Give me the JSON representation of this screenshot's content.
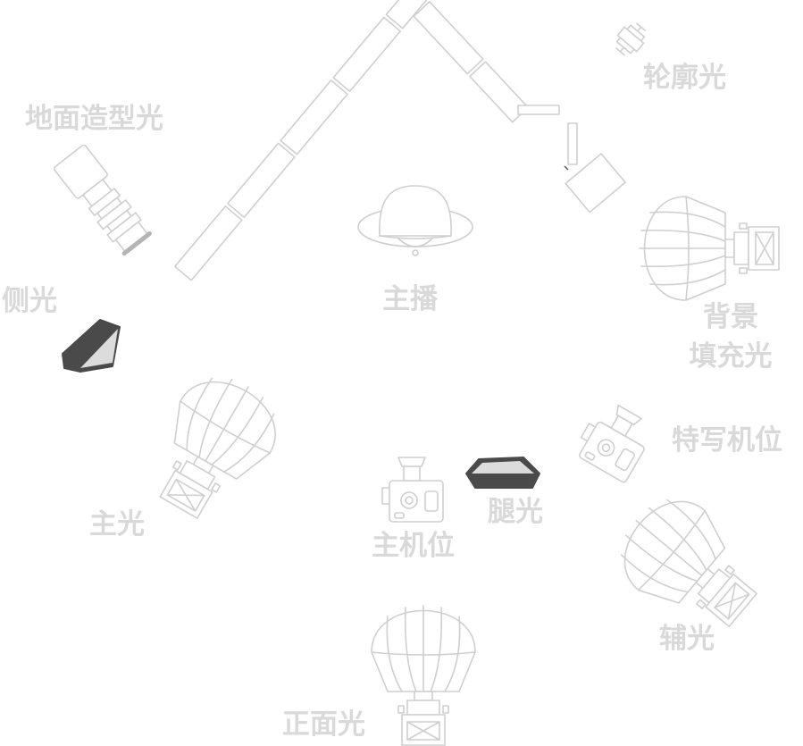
{
  "labels": {
    "ground_light": "地面造型光",
    "rim_light": "轮廓光",
    "side_light": "侧光",
    "host": "主播",
    "bg_fill_line1": "背景",
    "bg_fill_line2": "填充光",
    "closeup_cam": "特写机位",
    "key_light": "主光",
    "main_cam": "主机位",
    "leg_light": "腿光",
    "fill_light": "辅光",
    "front_light": "正面光"
  },
  "colors": {
    "line": "#cfcfcf",
    "label": "#d9d9d9",
    "dark_fixture": "#4a4a4a",
    "dark_fixture_face": "#dcdcdc"
  },
  "icons": {
    "ground_light": "spotlight-fresnel-icon",
    "rim_light": "small-spotlight-icon",
    "side_light": "softbox-panel-icon",
    "host": "person-top-view-icon",
    "bg_fill": "parabolic-softbox-icon",
    "closeup_cam": "camera-icon",
    "key_light": "parabolic-softbox-icon",
    "main_cam": "camera-icon",
    "leg_light": "softbox-panel-icon",
    "fill_light": "parabolic-softbox-icon",
    "front_light": "parabolic-softbox-icon",
    "backdrop": "backdrop-panels-icon"
  }
}
